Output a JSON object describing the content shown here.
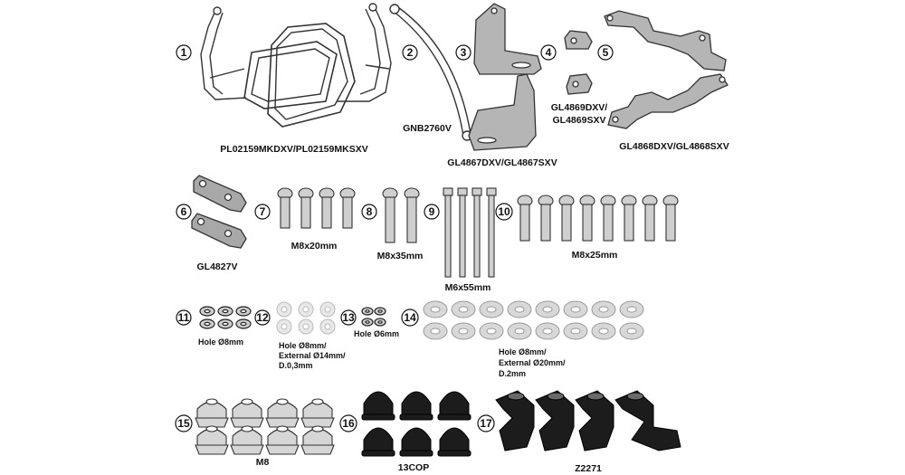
{
  "parts": [
    {
      "number": "1",
      "label": "PL02159MKDXV/PL02159MKSXV"
    },
    {
      "number": "2",
      "label": "GNB2760V"
    },
    {
      "number": "3",
      "label": "GL4867DXV/GL4867SXV"
    },
    {
      "number": "4",
      "label_lines": [
        "GL4869DXV/",
        "GL4869SXV"
      ]
    },
    {
      "number": "5",
      "label": "GL4868DXV/GL4868SXV"
    },
    {
      "number": "6",
      "label": "GL4827V"
    },
    {
      "number": "7",
      "label": "M8x20mm"
    },
    {
      "number": "8",
      "label": "M8x35mm"
    },
    {
      "number": "9",
      "label": "M6x55mm"
    },
    {
      "number": "10",
      "label": "M8x25mm"
    },
    {
      "number": "11",
      "label": "Hole Ø8mm"
    },
    {
      "number": "12",
      "label_lines": [
        "Hole Ø8mm/",
        "External Ø14mm/",
        "D.0,3mm"
      ]
    },
    {
      "number": "13",
      "label": "Hole Ø6mm"
    },
    {
      "number": "14",
      "label_lines": [
        "Hole Ø8mm/",
        "External Ø20mm/",
        "D.2mm"
      ]
    },
    {
      "number": "15",
      "label": "M8"
    },
    {
      "number": "16",
      "label": "13COP"
    },
    {
      "number": "17",
      "label": "Z2271"
    }
  ],
  "colors": {
    "metal": "#c8c8c8",
    "plate": "#b0b0b0",
    "washer": "#dcdcdc",
    "cap": "#1c1c1c",
    "outline": "#333333"
  }
}
